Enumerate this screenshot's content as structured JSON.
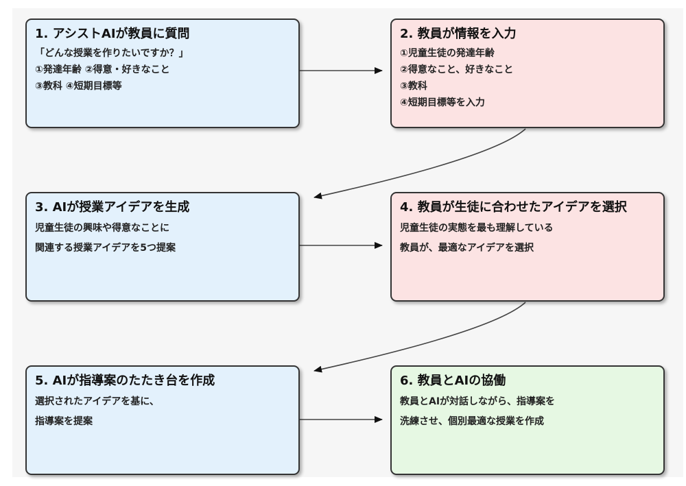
{
  "nodes": [
    {
      "title": "1. アシストAIが教員に質問",
      "lines": [
        "「どんな授業を作りたいですか？」",
        "①発達年齢 ②得意・好きなこと",
        "③教科 ④短期目標等"
      ],
      "color": "#e3f1fc"
    },
    {
      "title": "2. 教員が情報を入力",
      "lines": [
        "①児童生徒の発達年齢",
        "②得意なこと、好きなこと",
        "③教科",
        "④短期目標等を入力"
      ],
      "color": "#fce3e3"
    },
    {
      "title": "3. AIが授業アイデアを生成",
      "lines": [
        "児童生徒の興味や得意なことに",
        "関連する授業アイデアを5つ提案"
      ],
      "color": "#e3f1fc"
    },
    {
      "title": "4. 教員が生徒に合わせたアイデアを選択",
      "lines": [
        "児童生徒の実態を最も理解している",
        "教員が、最適なアイデアを選択"
      ],
      "color": "#fce3e3"
    },
    {
      "title": "5. AIが指導案のたたき台を作成",
      "lines": [
        "選択されたアイデアを基に、",
        "指導案を提案"
      ],
      "color": "#e3f1fc"
    },
    {
      "title": "6. 教員とAIの協働",
      "lines": [
        "教員とAIが対話しながら、指導案を",
        "洗練させ、個別最適な授業を作成"
      ],
      "color": "#e6f8e3"
    }
  ],
  "edges": [
    {
      "from": 1,
      "to": 2
    },
    {
      "from": 2,
      "to": 3
    },
    {
      "from": 3,
      "to": 4
    },
    {
      "from": 4,
      "to": 5
    },
    {
      "from": 5,
      "to": 6
    }
  ]
}
